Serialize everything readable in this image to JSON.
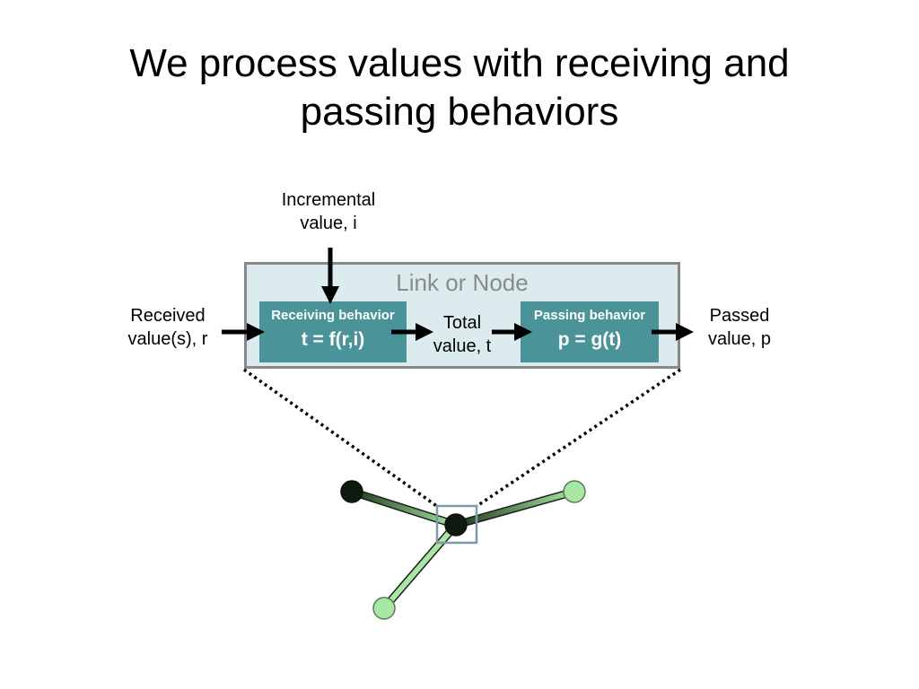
{
  "title": {
    "line1": "We process values with receiving and",
    "line2": "passing behaviors"
  },
  "incremental_label": [
    "Incremental",
    "value, i"
  ],
  "received_label": [
    "Received",
    "value(s), r"
  ],
  "total_label": [
    "Total",
    "value, t"
  ],
  "passed_label": [
    "Passed",
    "value, p"
  ],
  "container_title": "Link or Node",
  "receiving": {
    "title": "Receiving behavior",
    "formula": "t = f(r,i)"
  },
  "passing": {
    "title": "Passing behavior",
    "formula": "p = g(t)"
  },
  "colors": {
    "behavior_box": "#4a9499",
    "container_bg": "#dcebee",
    "container_border": "#888888",
    "node_dark": "#0d1a0d",
    "node_light": "#a8e6a3"
  }
}
